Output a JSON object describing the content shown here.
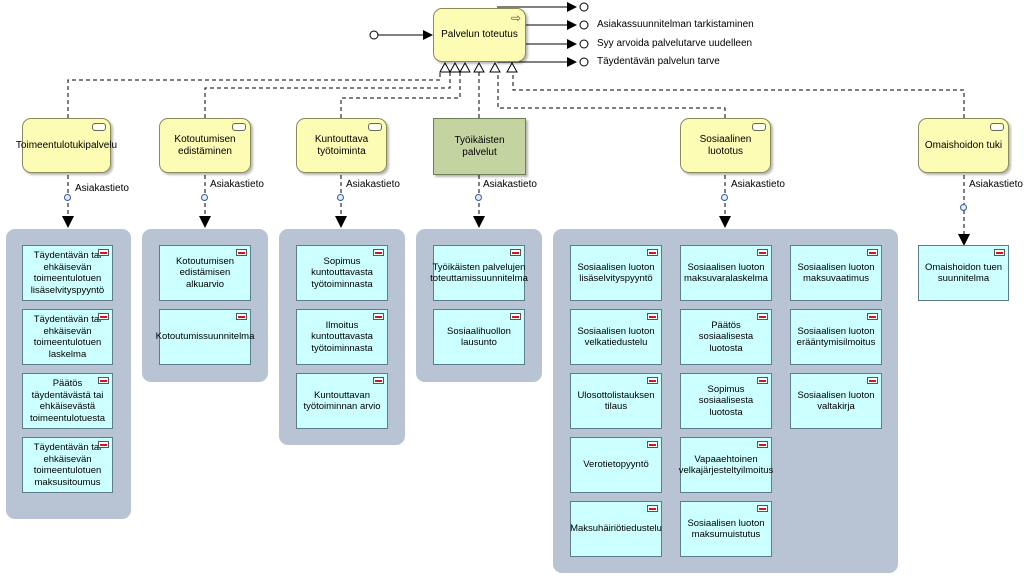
{
  "main_service": {
    "label": "Palvelun toteutus"
  },
  "outputs": [
    "",
    "Asiakassuunnitelman tarkistaminen",
    "Syy arvoida palvelutarve uudelleen",
    "Täydentävän palvelun tarve"
  ],
  "services": [
    {
      "label": "Toimeentulotukipalvelu"
    },
    {
      "label": "Kotoutumisen edistäminen"
    },
    {
      "label": "Kuntouttava työtoiminta"
    },
    {
      "label": "Työikäisten palvelut"
    },
    {
      "label": "Sosiaalinen luototus"
    },
    {
      "label": "Omaishoidon tuki"
    }
  ],
  "access_label": "Asiakastieto",
  "groups": [
    {
      "objects": [
        "Täydentävän tai ehkäisevän toimeentulotuen lisäselvityspyyntö",
        "Täydentävän tai ehkäisevän toimeentulotuen laskelma",
        "Päätös täydentävästä tai ehkäisevästä toimeentulotuesta",
        "Täydentävän tai ehkäisevän toimeentulotuen maksusitoumus"
      ]
    },
    {
      "objects": [
        "Kotoutumisen edistämisen alkuarvio",
        "Kotoutumissuunnitelma"
      ]
    },
    {
      "objects": [
        "Sopimus kuntouttavasta työtoiminnasta",
        "Ilmoitus kuntouttavasta työtoiminnasta",
        "Kuntouttavan työtoiminnan arvio"
      ]
    },
    {
      "objects": [
        "Työikäisten palvelujen toteuttamissuunnitelma",
        "Sosiaalihuollon lausunto"
      ]
    },
    {
      "objects": [
        "Sosiaalisen luoton lisäselvityspyyntö",
        "Sosiaalisen luoton velkatiedustelu",
        "Ulosottolistauksen tilaus",
        "Verotietopyyntö",
        "Maksuhäiriötiedustelu",
        "Sosiaalisen luoton maksuvaralaskelma",
        "Päätös sosiaalisesta luotosta",
        "Sopimus sosiaalisesta luotosta",
        "Vapaaehtoinen velkajärjesteltyilmoitus",
        "Sosiaalisen luoton maksumuistutus",
        "Sosiaalisen luoton maksuvaatimus",
        "Sosiaalisen luoton erääntymisilmoitus",
        "Sosiaalisen luoton valtakirja"
      ]
    },
    {
      "objects": [
        "Omaishoidon tuen suunnitelma"
      ]
    }
  ]
}
